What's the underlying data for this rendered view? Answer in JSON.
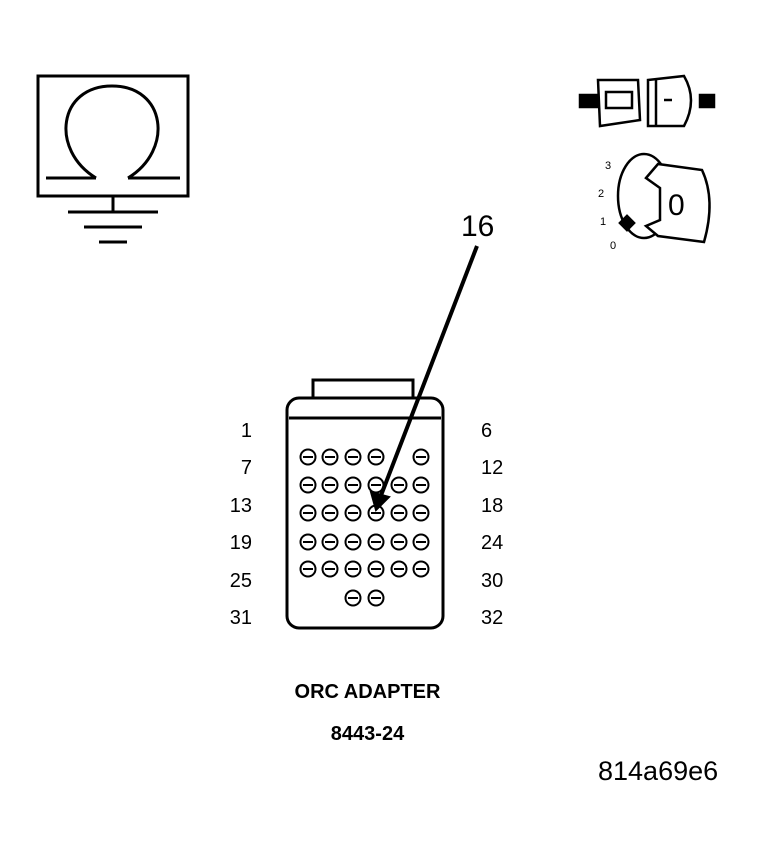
{
  "diagram": {
    "callout_pin": "16",
    "left_pin_labels": [
      "1",
      "7",
      "13",
      "19",
      "25",
      "31"
    ],
    "right_pin_labels": [
      "6",
      "12",
      "18",
      "24",
      "30",
      "32"
    ],
    "ohmmeter_symbol": "ohmmeter-omega-symbol",
    "connector_icon": "disconnected-connector-icon",
    "ignition_icon": "ignition-key-off-icon",
    "ignition_positions": [
      "3",
      "2",
      "1",
      "0"
    ],
    "ignition_key_label": "0",
    "adapter_name": "ORC ADAPTER",
    "adapter_part": "8443-24",
    "figure_code": "814a69e6"
  }
}
